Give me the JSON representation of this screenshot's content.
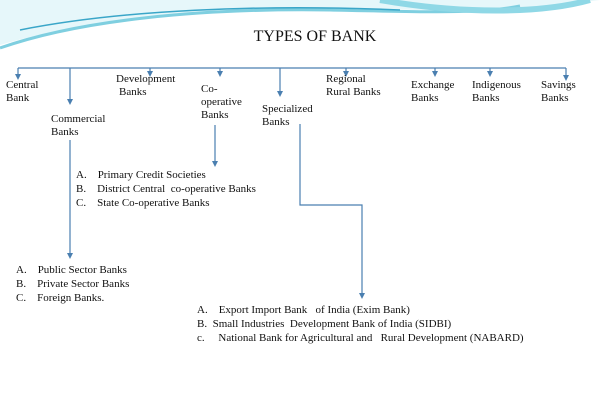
{
  "title": "TYPES OF BANK",
  "branches": [
    {
      "label_lines": [
        "Central",
        "Bank"
      ]
    },
    {
      "label_lines": [
        "Commercial",
        "Banks"
      ]
    },
    {
      "label_lines": [
        "Development",
        "Banks"
      ]
    },
    {
      "label_lines": [
        "Co-",
        "operative",
        "Banks"
      ]
    },
    {
      "label_lines": [
        "Specialized",
        "Banks"
      ]
    },
    {
      "label_lines": [
        "Regional",
        "Rural Banks"
      ]
    },
    {
      "label_lines": [
        "Exchange",
        "Banks"
      ]
    },
    {
      "label_lines": [
        "Indigenous",
        "Banks"
      ]
    },
    {
      "label_lines": [
        "Savings",
        "Banks"
      ]
    }
  ],
  "cooperative_list": [
    "A.    Primary Credit Societies",
    "B.    District Central  co-operative Banks",
    "C.    State Co-operative Banks"
  ],
  "commercial_list": [
    "A.    Public Sector Banks",
    "B.    Private Sector Banks",
    "C.    Foreign Banks."
  ],
  "specialized_list": [
    "A.    Export Import Bank   of India (Exim Bank)",
    "B.  Small Industries  Development Bank of India (SIDBI)",
    "c.     National Bank for Agricultural and   Rural Development (NABARD)"
  ],
  "colors": {
    "connector": "#4a7fb0",
    "wave_light": "#bfe9f0",
    "wave_dark": "#3aa6c8"
  }
}
